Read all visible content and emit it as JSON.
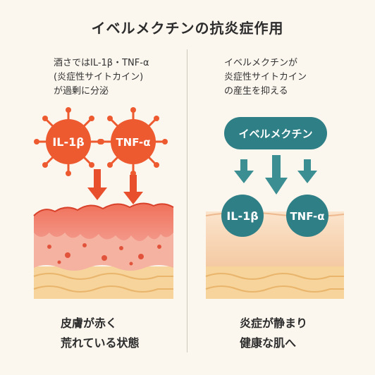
{
  "title": "イベルメクチンの抗炎症作用",
  "left": {
    "note_lines": [
      "酒さではIL-1β・TNF-α",
      "(炎症性サイトカイン)",
      "が過剰に分泌"
    ],
    "cytokines": [
      "IL-1β",
      "TNF-α"
    ],
    "caption_lines": [
      "皮膚が赤く",
      "荒れている状態"
    ]
  },
  "right": {
    "note_lines": [
      "イベルメクチンが",
      "炎症性サイトカイン",
      "の産生を抑える"
    ],
    "drug_label": "イベルメクチン",
    "cytokines": [
      "IL-1β",
      "TNF-α"
    ],
    "caption_lines": [
      "炎症が静まり",
      "健康な肌へ"
    ]
  },
  "colors": {
    "inflamed_virus": "#ee5a2f",
    "arrow_red": "#e8502d",
    "teal": "#2f7f86",
    "teal_arrow": "#3b8f93",
    "skin_inflamed": "#f2a58f",
    "skin_healthy": "#f6d3b5"
  }
}
